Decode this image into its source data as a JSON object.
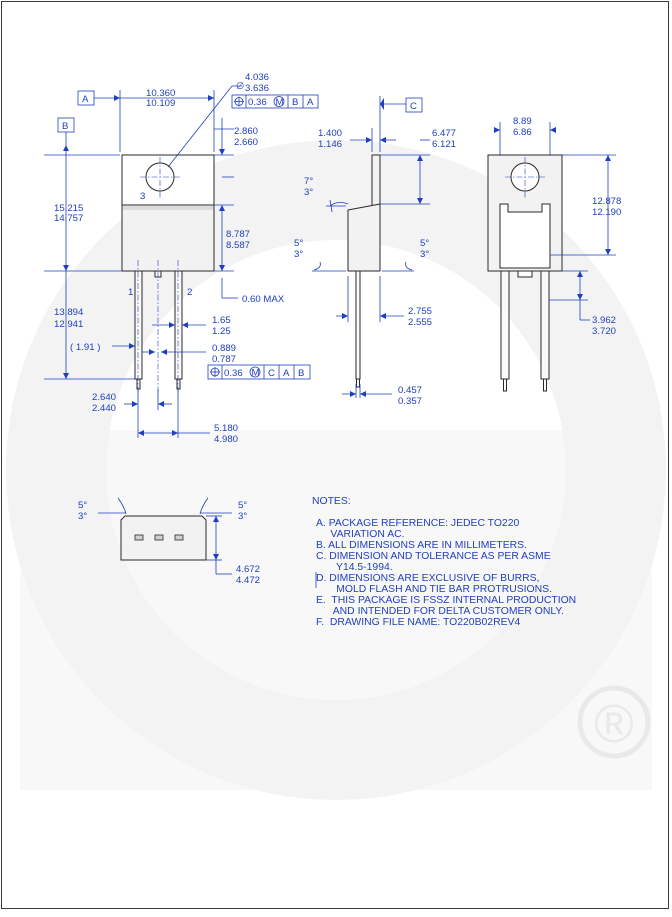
{
  "datums": {
    "a": "A",
    "b": "B",
    "c": "C"
  },
  "front_view": {
    "dim_width": [
      "10.360",
      "10.109"
    ],
    "dim_hole": [
      "4.036",
      "3.636"
    ],
    "dim_hole_symbol": "∅",
    "fcf_hole": {
      "tol": "0.36",
      "mod": "M",
      "ref1": "B",
      "ref2": "A"
    },
    "dim_tab_height": [
      "2.860",
      "2.660"
    ],
    "dim_overall_height": [
      "15.215",
      "14.757"
    ],
    "dim_body": [
      "8.787",
      "8.587"
    ],
    "dim_lead_length": [
      "13.894",
      "12.941"
    ],
    "dim_lead_ref": "( 1.91 )",
    "dim_max": "0.60 MAX",
    "dim_lead_width": [
      "1.65",
      "1.25"
    ],
    "dim_lead_thk": [
      "0.889",
      "0.787"
    ],
    "fcf_lead": {
      "tol": "0.36",
      "mod": "M",
      "ref1": "C",
      "ref2": "A",
      "ref3": "B"
    },
    "dim_pitch": [
      "2.640",
      "2.440"
    ],
    "dim_span": [
      "5.180",
      "4.980"
    ],
    "pin_labels": [
      "1",
      "2",
      "3"
    ]
  },
  "side_view": {
    "dim_tab": [
      "1.400",
      "1.146"
    ],
    "dim_depth": [
      "6.477",
      "6.121"
    ],
    "angle_top": [
      "7°",
      "3°"
    ],
    "angle_left": [
      "5°",
      "3°"
    ],
    "angle_right": [
      "5°",
      "3°"
    ],
    "dim_body": [
      "2.755",
      "2.555"
    ],
    "dim_lead": [
      "0.457",
      "0.357"
    ]
  },
  "back_view": {
    "dim_width": [
      "8.89",
      "6.86"
    ],
    "dim_height": [
      "12.878",
      "12.190"
    ],
    "dim_lead": [
      "3.962",
      "3.720"
    ]
  },
  "bottom_view": {
    "angle_left": [
      "5°",
      "3°"
    ],
    "angle_right": [
      "5°",
      "3°"
    ],
    "dim_height": [
      "4.672",
      "4.472"
    ]
  },
  "notes": {
    "title": "NOTES:",
    "lines": [
      "A. PACKAGE REFERENCE: JEDEC TO220",
      "     VARIATION AC.",
      "B. ALL DIMENSIONS ARE IN MILLIMETERS.",
      "C. DIMENSION AND TOLERANCE AS PER ASME",
      "       Y14.5-1994.",
      "D. DIMENSIONS ARE EXCLUSIVE OF BURRS,",
      "       MOLD FLASH AND TIE BAR PROTRUSIONS.",
      "E.  THIS PACKAGE IS FSSZ INTERNAL PRODUCTION",
      "      AND INTENDED FOR DELTA CUSTOMER ONLY.",
      "F.  DRAWING FILE NAME: TO220B02REV4"
    ]
  },
  "watermark": "®",
  "colors": {
    "dimension": "#1f3fbf",
    "outline": "#2a2a2a",
    "watermark": "#efefef"
  }
}
